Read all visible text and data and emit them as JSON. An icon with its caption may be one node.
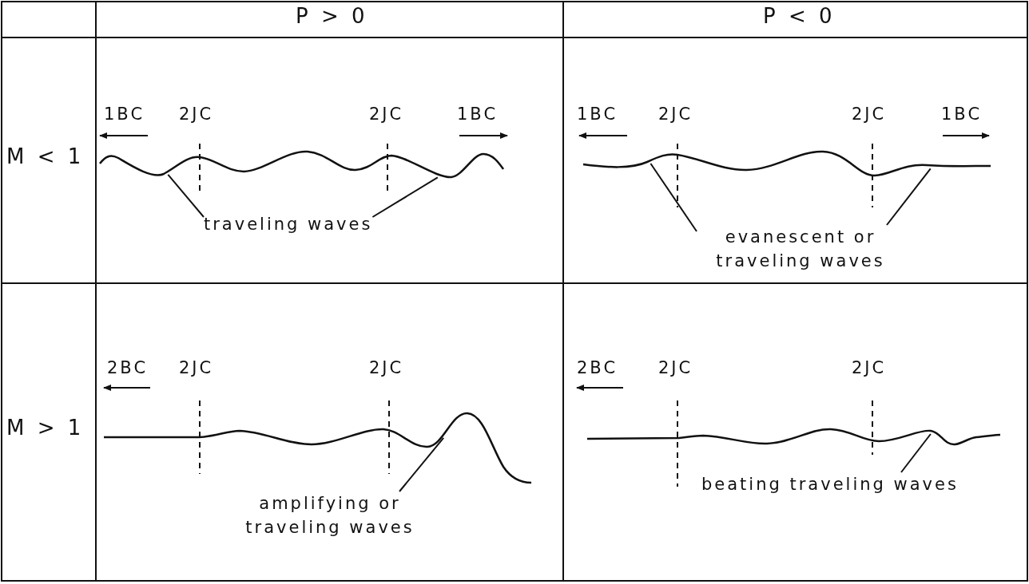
{
  "diagram": {
    "nodes": [
      {
        "text": [],
        "shape": "curve"
      },
      {
        "text": [
          "traveling waves"
        ]
      },
      {
        "text": [],
        "shape": "curve"
      },
      {
        "text": [
          "evanescent or traveling waves"
        ]
      },
      {
        "text": [],
        "shape": "curve"
      },
      {
        "text": [
          "amplifying or traveling waves"
        ]
      },
      {
        "text": [],
        "shape": "curve"
      },
      {
        "text": [
          "beating traveling waves"
        ]
      }
    ],
    "edges": [
      {
        "from": 1,
        "to": 0,
        "arrow": "none"
      },
      {
        "from": 1,
        "to": 0,
        "arrow": "none"
      },
      {
        "from": 3,
        "to": 2,
        "arrow": "none"
      },
      {
        "from": 3,
        "to": 2,
        "arrow": "none"
      },
      {
        "from": 5,
        "to": 4,
        "arrow": "none"
      },
      {
        "from": 7,
        "to": 6,
        "arrow": "none"
      }
    ],
    "labels": [
      "P > 0",
      "P < 0",
      "M < 1",
      "1BC",
      "2JC",
      "2JC",
      "1BC",
      "1BC",
      "2JC",
      "2JC",
      "1BC",
      "M > 1",
      "2BC",
      "2JC",
      "2JC",
      "2BC",
      "2JC",
      "2JC"
    ]
  }
}
